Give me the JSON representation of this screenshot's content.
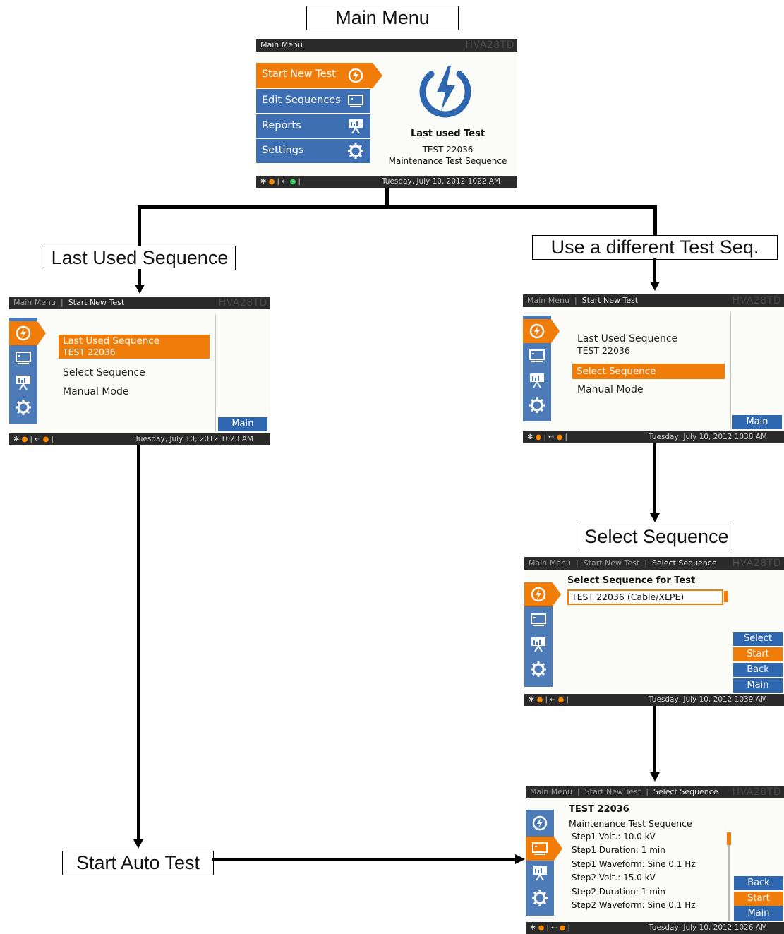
{
  "labels": {
    "main_menu": "Main Menu",
    "last_used_sequence": "Last Used Sequence",
    "use_different": "Use a different Test Seq.",
    "select_sequence": "Select Sequence",
    "start_auto_test": "Start Auto Test"
  },
  "common": {
    "brand": "HVA28TD",
    "main_btn": "Main",
    "back_btn": "Back",
    "start_btn": "Start",
    "select_btn": "Select"
  },
  "screen_main": {
    "title": "Main Menu",
    "menu": [
      "Start New Test",
      "Edit Sequences",
      "Reports",
      "Settings"
    ],
    "last_used_label": "Last used Test",
    "last_used_name": "TEST 22036",
    "last_used_seq": "Maintenance Test Sequence",
    "datetime": "Tuesday, July 10, 2012 1022 AM"
  },
  "screen_last_used": {
    "crumb1": "Main Menu",
    "crumb2": "Start New Test",
    "opt1": "Last Used Sequence",
    "opt1_sub": "TEST 22036",
    "opt2": "Select Sequence",
    "opt3": "Manual Mode",
    "datetime": "Tuesday, July 10, 2012 1023 AM"
  },
  "screen_different": {
    "crumb1": "Main Menu",
    "crumb2": "Start New Test",
    "opt1": "Last Used Sequence",
    "opt1_sub": "TEST 22036",
    "opt2": "Select Sequence",
    "opt3": "Manual Mode",
    "datetime": "Tuesday, July 10, 2012 1038 AM"
  },
  "screen_select": {
    "crumb1": "Main Menu",
    "crumb2": "Start New Test",
    "crumb3": "Select Sequence",
    "heading": "Select Sequence for Test",
    "field_value": "TEST 22036 (Cable/XLPE)",
    "datetime": "Tuesday, July 10, 2012 1039 AM"
  },
  "screen_auto": {
    "crumb1": "Main Menu",
    "crumb2": "Start New Test",
    "crumb3": "Select Sequence",
    "title": "TEST 22036",
    "subtitle": "Maintenance Test Sequence",
    "steps": [
      "Step1 Volt.: 10.0 kV",
      "Step1 Duration: 1 min",
      "Step1 Waveform: Sine 0.1 Hz",
      "Step2 Volt.: 15.0 kV",
      "Step2 Duration: 1 min",
      "Step2 Waveform: Sine 0.1 Hz"
    ],
    "datetime": "Tuesday, July 10, 2012 1026 AM"
  }
}
